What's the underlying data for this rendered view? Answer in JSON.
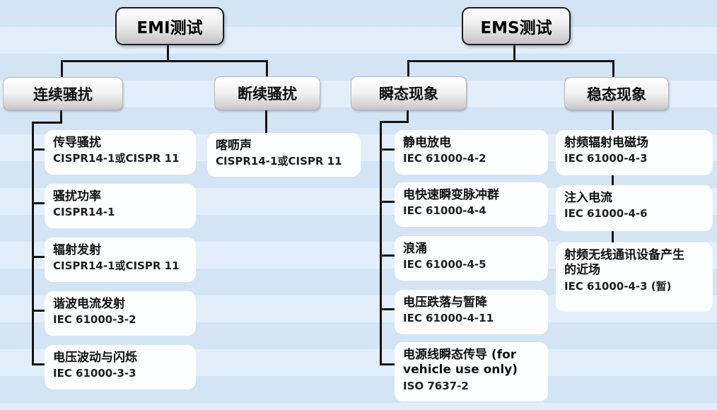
{
  "colors": {
    "background": "#dcebfa",
    "connector": "#141414",
    "node_fill": "#ffffff",
    "node_gradient_bottom": "#c4c4c4"
  },
  "emi": {
    "root_label": "EMI测试",
    "branches": [
      {
        "label": "连续骚扰",
        "items": [
          {
            "title": "传导骚扰",
            "standard": "CISPR14-1或CISPR 11"
          },
          {
            "title": "骚扰功率",
            "standard": "CISPR14-1"
          },
          {
            "title": "辐射发射",
            "standard": "CISPR14-1或CISPR 11"
          },
          {
            "title": "谐波电流发射",
            "standard": "IEC 61000-3-2"
          },
          {
            "title": "电压波动与闪烁",
            "standard": "IEC 61000-3-3"
          }
        ]
      },
      {
        "label": "断续骚扰",
        "items": [
          {
            "title": "喀呖声",
            "standard": "CISPR14-1或CISPR 11"
          }
        ]
      }
    ]
  },
  "ems": {
    "root_label": "EMS测试",
    "branches": [
      {
        "label": "瞬态现象",
        "items": [
          {
            "title": "静电放电",
            "standard": "IEC 61000-4-2"
          },
          {
            "title": "电快速瞬变脉冲群",
            "standard": "IEC 61000-4-4"
          },
          {
            "title": "浪涌",
            "standard": "IEC 61000-4-5"
          },
          {
            "title": "电压跌落与暂降",
            "standard": "IEC 61000-4-11"
          },
          {
            "title": "电源线瞬态传导 (for vehicle use only)",
            "standard": "ISO 7637-2"
          }
        ]
      },
      {
        "label": "稳态现象",
        "items": [
          {
            "title": "射频辐射电磁场",
            "standard": "IEC 61000-4-3"
          },
          {
            "title": "注入电流",
            "standard": "IEC 61000-4-6"
          },
          {
            "title": "射频无线通讯设备产生的近场",
            "standard": "IEC 61000-4-3 (暂)"
          }
        ]
      }
    ]
  }
}
